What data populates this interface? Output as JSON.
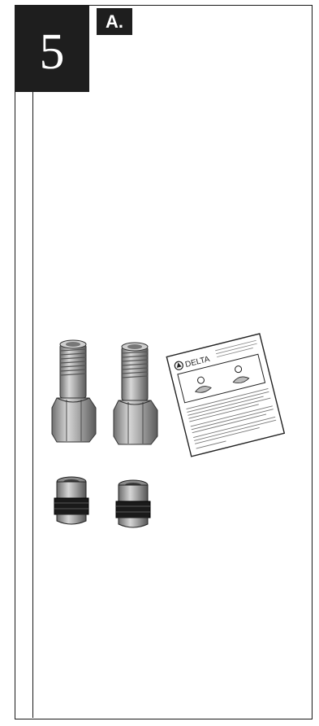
{
  "step": {
    "number": "5",
    "sub_label": "A."
  },
  "parts": {
    "card": {
      "brand": "DELTA",
      "icon": "delta-logo-icon"
    },
    "adapters": {
      "icon": "threaded-adapter-icon",
      "count": 2
    },
    "nuts": {
      "icon": "compression-nut-icon",
      "count": 2
    }
  }
}
